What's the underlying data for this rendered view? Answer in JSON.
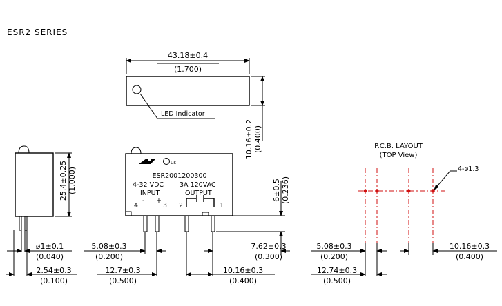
{
  "series_title": "ESR2  SERIES",
  "top_view": {
    "width_mm": "43.18±0.4",
    "width_in": "(1.700)",
    "led_label": "LED Indicator",
    "height_mm": "10.16±0.2",
    "height_in": "(0.400)"
  },
  "side_view": {
    "height_mm": "25.4±0.25",
    "height_in": "(1.000)",
    "pin_dia_mm": "ø1±0.1",
    "pin_dia_in": "(0.040)",
    "thickness_mm": "2.54±0.3",
    "thickness_in": "(0.100)"
  },
  "front_view": {
    "part_number": "ESR2001200300",
    "input_rating": "4-32  VDC",
    "output_rating": "3A  120VAC",
    "input_label": "INPUT",
    "output_label": "OUTPUT",
    "pin4": "4",
    "pin_minus": "-",
    "pin_plus": "+",
    "pin3": "3",
    "pin2": "2",
    "pin1": "1",
    "pin_length_mm": "6±0.5",
    "pin_length_in": "(0.236)",
    "dim_a_mm": "5.08±0.3",
    "dim_a_in": "(0.200)",
    "dim_b_mm": "12.7±0.3",
    "dim_b_in": "(0.500)",
    "dim_c_mm": "7.62±0.3",
    "dim_c_in": "(0.300)",
    "dim_d_mm": "10.16±0.3",
    "dim_d_in": "(0.400)"
  },
  "pcb_layout": {
    "title": "P.C.B.  LAYOUT",
    "subtitle": "(TOP  View)",
    "holes_label": "4-ø1.3",
    "dim_a_mm": "5.08±0.3",
    "dim_a_in": "(0.200)",
    "dim_b_mm": "12.74±0.3",
    "dim_b_in": "(0.500)",
    "dim_c_mm": "10.16±0.3",
    "dim_c_in": "(0.400)"
  },
  "colors": {
    "line": "#000000",
    "centerline": "#d01010"
  }
}
